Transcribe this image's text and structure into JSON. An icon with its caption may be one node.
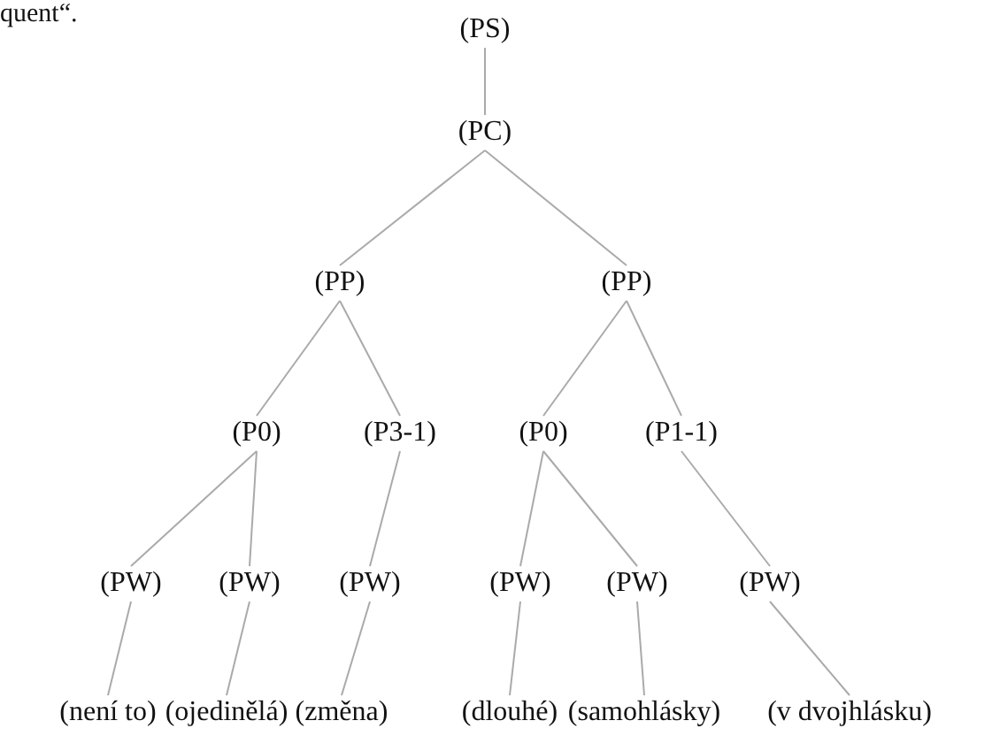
{
  "diagram": {
    "nodes": [
      {
        "text": [
          "(PS)"
        ]
      },
      {
        "text": [
          "(PC)"
        ]
      },
      {
        "text": [
          "(PP)"
        ]
      },
      {
        "text": [
          "(PP)"
        ]
      },
      {
        "text": [
          "(P0)"
        ]
      },
      {
        "text": [
          "(P3-1)"
        ]
      },
      {
        "text": [
          "(P0)"
        ]
      },
      {
        "text": [
          "(P1-1)"
        ]
      },
      {
        "text": [
          "(PW)"
        ]
      },
      {
        "text": [
          "(PW)"
        ]
      },
      {
        "text": [
          "(PW)"
        ]
      },
      {
        "text": [
          "(PW)"
        ]
      },
      {
        "text": [
          "(PW)"
        ]
      },
      {
        "text": [
          "(PW)"
        ]
      },
      {
        "text": [
          "(není to)"
        ]
      },
      {
        "text": [
          "(ojedinělá)"
        ]
      },
      {
        "text": [
          "(změna)"
        ]
      },
      {
        "text": [
          "(dlouhé)"
        ]
      },
      {
        "text": [
          "(samohlásky)"
        ]
      },
      {
        "text": [
          "(v dvojhlásku)"
        ]
      }
    ],
    "edges": [
      {
        "from": 0,
        "to": 1,
        "arrow": "none"
      },
      {
        "from": 1,
        "to": 2,
        "arrow": "none"
      },
      {
        "from": 1,
        "to": 3,
        "arrow": "none"
      },
      {
        "from": 2,
        "to": 4,
        "arrow": "none"
      },
      {
        "from": 2,
        "to": 5,
        "arrow": "none"
      },
      {
        "from": 3,
        "to": 6,
        "arrow": "none"
      },
      {
        "from": 3,
        "to": 7,
        "arrow": "none"
      },
      {
        "from": 4,
        "to": 8,
        "arrow": "none"
      },
      {
        "from": 4,
        "to": 9,
        "arrow": "none"
      },
      {
        "from": 5,
        "to": 10,
        "arrow": "none"
      },
      {
        "from": 6,
        "to": 11,
        "arrow": "none"
      },
      {
        "from": 6,
        "to": 12,
        "arrow": "none"
      },
      {
        "from": 7,
        "to": 13,
        "arrow": "none"
      },
      {
        "from": 8,
        "to": 14,
        "arrow": "none"
      },
      {
        "from": 9,
        "to": 15,
        "arrow": "none"
      },
      {
        "from": 10,
        "to": 16,
        "arrow": "none"
      },
      {
        "from": 11,
        "to": 17,
        "arrow": "none"
      },
      {
        "from": 12,
        "to": 18,
        "arrow": "none"
      },
      {
        "from": 13,
        "to": 19,
        "arrow": "none"
      }
    ],
    "labels": [
      "quent“."
    ]
  }
}
